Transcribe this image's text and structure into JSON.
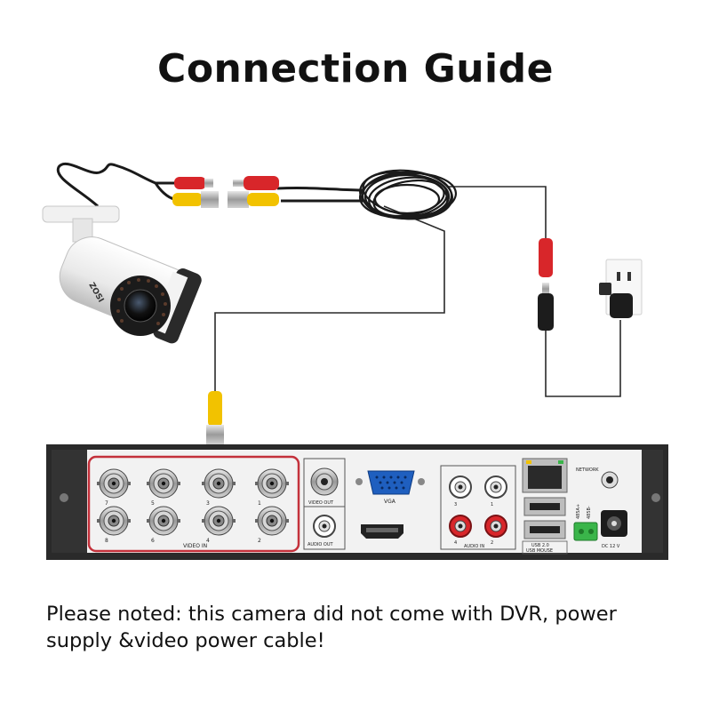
{
  "title": "Connection Guide",
  "note": "Please noted: this camera did not come with DVR, power supply &video power cable!",
  "camera": {
    "brand": "ZOSI"
  },
  "dvr": {
    "video_in_numbers_top": [
      "7",
      "5",
      "3",
      "1"
    ],
    "video_in_numbers_bottom": [
      "8",
      "6",
      "4",
      "2"
    ],
    "video_in_label": "VIDEO IN",
    "video_out_label": "VIDEO OUT",
    "audio_out_label": "AUDIO OUT",
    "vga_label": "VGA",
    "audio_in_numbers_top": [
      "3",
      "1"
    ],
    "audio_in_numbers_bottom": [
      "4",
      "2"
    ],
    "audio_in_label": "AUDIO IN",
    "network_label": "NETWORK",
    "usb_label": "USB 2.0",
    "usb_mouse_label": "USB MOUSE",
    "rs485_a": "485A+",
    "rs485_b": "485B-",
    "dc_label": "DC 12 V"
  },
  "colors": {
    "video_plug": "#f2c200",
    "power_plug": "#d8262a",
    "cable": "#1a1a1a",
    "highlight_box": "#c4313b",
    "dvr_body": "#2a2a2a",
    "dvr_panel": "#f2f2f2"
  }
}
